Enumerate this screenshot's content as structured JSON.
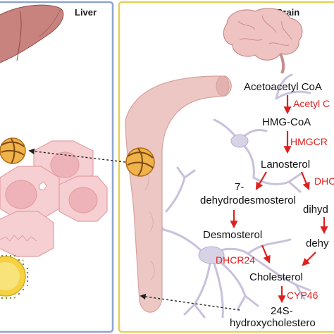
{
  "panels": {
    "liver": {
      "title": "Liver",
      "border_color": "#8ea4cf"
    },
    "brain": {
      "title": "Brain",
      "border_color": "#e3cf5c"
    }
  },
  "colors": {
    "enzyme": "#e02020",
    "metabolite": "#111111",
    "vessel": "#ecc7c4",
    "hepatocyte": "#f5cfd1",
    "astrocyte": "#d8d2e6",
    "lipoprotein": "#e0a43a"
  },
  "pathway": {
    "acetoacetyl_coa": "Acetoacetyl CoA",
    "acetyl_enzyme": "Acetyl C",
    "hmg_coa": "HMG-CoA",
    "hmgcr": "HMGCR",
    "lanosterol": "Lanosterol",
    "seven": "7-",
    "dehydrodesmosterol": "dehydrodesmosterol",
    "dhc_right": "DHC",
    "dihyd": "dihyd",
    "desmosterol": "Desmosterol",
    "dehy": "dehy",
    "dhcr24": "DHCR24",
    "cholesterol": "Cholesterol",
    "cyp46": "CYP46",
    "twentyfour_s": "24S-",
    "hydroxycholestero": "hydroxycholestero"
  },
  "icons": [
    "liver-icon",
    "brain-icon",
    "lipoprotein-icon",
    "blood-vessel-icon",
    "astrocyte-icon",
    "hepatocyte-icon",
    "dashed-arrow-icon"
  ]
}
